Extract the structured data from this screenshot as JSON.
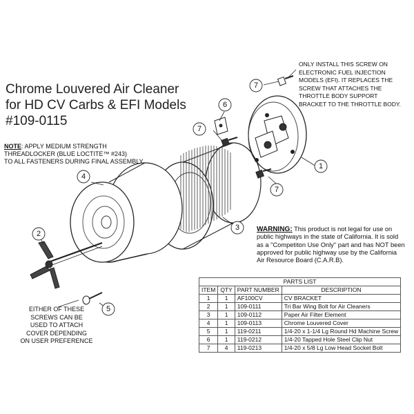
{
  "title": {
    "line1": "Chrome Louvered Air Cleaner",
    "line2": "for HD CV Carbs & EFI Models",
    "line3": "#109-0115"
  },
  "note": {
    "label": "NOTE",
    "line1_rest": ": APPLY MEDIUM STRENGTH",
    "line2": "THREADLOCKER (BLUE LOCTITE™ #243)",
    "line3": "TO ALL FASTENERS DURING FINAL ASSEMBLY"
  },
  "efi_note": {
    "line1": "ONLY INSTALL THIS SCREW ON",
    "line2": "ELECTRONIC FUEL INJECTION",
    "line3": "MODELS (EFI). IT REPLACES THE",
    "line4": "SCREW THAT ATTACHES THE",
    "line5": "THROTTLE BODY SUPPORT",
    "line6": "BRACKET TO THE THROTTLE BODY."
  },
  "either_note": {
    "line1": "EITHER OF THESE",
    "line2": "SCREWS CAN BE",
    "line3": "USED TO ATTACH",
    "line4": "COVER DEPENDING",
    "line5": "ON USER PREFERENCE"
  },
  "warning": {
    "label": "WARNING:",
    "text": "This product is not legal for use on public highways in the state of California. It is sold as a \"Competiton Use Only\" part and has NOT been approved for public highway use by the California Air Resource Board (C.A.R.B)."
  },
  "callouts": {
    "c1": "1",
    "c2": "2",
    "c3": "3",
    "c4": "4",
    "c5": "5",
    "c6": "6",
    "c7a": "7",
    "c7b": "7",
    "c7c": "7"
  },
  "parts_list": {
    "caption": "PARTS LIST",
    "headers": [
      "ITEM",
      "QTY",
      "PART NUMBER",
      "DESCRIPTION"
    ],
    "rows": [
      [
        "1",
        "1",
        "AF100CV",
        "CV BRACKET"
      ],
      [
        "2",
        "1",
        "109-0111",
        "Tri Bar Wing Bolt for Air Cleaners"
      ],
      [
        "3",
        "1",
        "109-0112",
        "Paper Air Filter Element"
      ],
      [
        "4",
        "1",
        "109-0113",
        "Chrome Louvered Cover"
      ],
      [
        "5",
        "1",
        "119-0211",
        "1/4-20 x 1-1/4 Lg Round Hd Machine Screw"
      ],
      [
        "6",
        "1",
        "119-0212",
        "1/4-20 Tapped Hole Steel Clip Nut"
      ],
      [
        "7",
        "4",
        "119-0213",
        "1/4-20 x 5/8 Lg Low Head Socket Bolt"
      ]
    ]
  }
}
